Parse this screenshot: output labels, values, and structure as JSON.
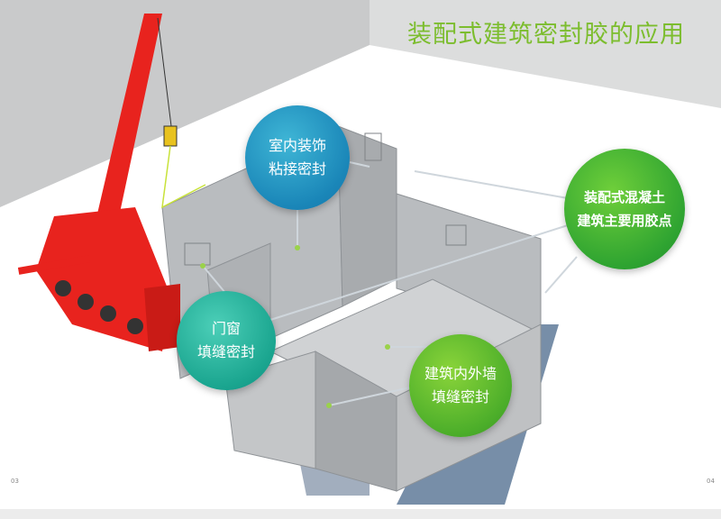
{
  "title": "装配式建筑密封胶的应用",
  "callouts": [
    {
      "line1": "室内装饰",
      "line2": "粘接密封"
    },
    {
      "line1": "装配式混凝土",
      "line2": "建筑主要用胶点"
    },
    {
      "line1": "门窗",
      "line2": "填缝密封"
    },
    {
      "line1": "建筑内外墙",
      "line2": "填缝密封"
    }
  ],
  "page_numbers": {
    "left": "03",
    "right": "04"
  },
  "colors": {
    "title": "#7cbd2e",
    "crane": "#e8231e",
    "concrete": "#b9bcbf",
    "shadow": "#5f7a99"
  }
}
